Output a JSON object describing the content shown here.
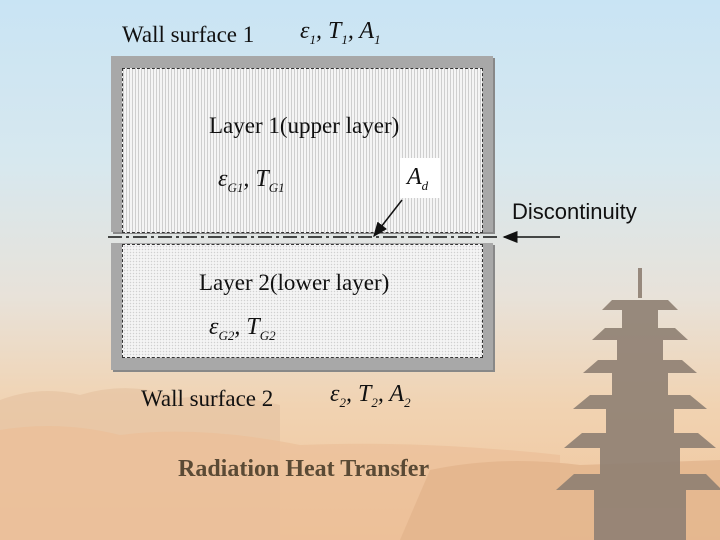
{
  "wall1": {
    "label": "Wall surface 1",
    "props": [
      "ε",
      "T",
      "A"
    ],
    "subscript": "1"
  },
  "layer1": {
    "label": "Layer 1(upper layer)",
    "props": [
      "ε",
      "T"
    ],
    "subscript": "G1"
  },
  "area_d": {
    "symbol": "A",
    "subscript": "d"
  },
  "discontinuity": {
    "label": "Discontinuity"
  },
  "layer2": {
    "label": "Layer 2(lower layer)",
    "props": [
      "ε",
      "T"
    ],
    "subscript": "G2"
  },
  "wall2": {
    "label": "Wall surface 2",
    "props": [
      "ε",
      "T",
      "A"
    ],
    "subscript": "2"
  },
  "title": "Radiation Heat Transfer"
}
